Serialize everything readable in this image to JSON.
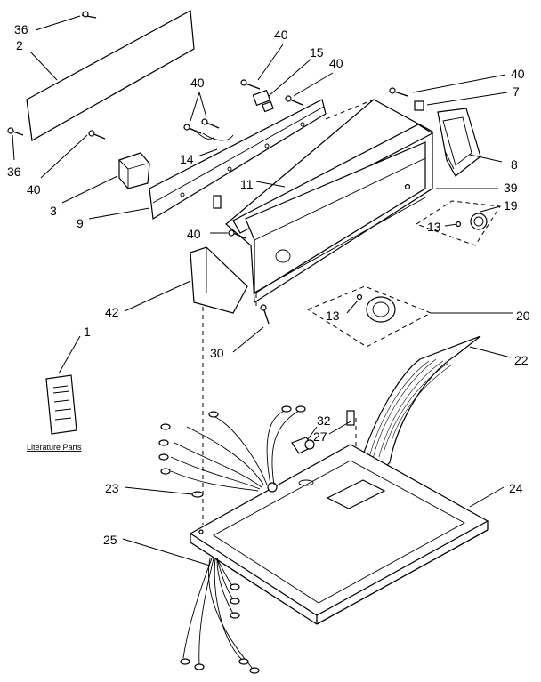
{
  "labels": {
    "p36a": "36",
    "p2": "2",
    "p36b": "36",
    "p40a": "40",
    "p3": "3",
    "p9": "9",
    "p14": "14",
    "p40b": "40",
    "p11": "11",
    "p40c": "40",
    "p15": "15",
    "p40d": "40",
    "p40e": "40",
    "p7": "7",
    "p8": "8",
    "p39": "39",
    "p19": "19",
    "p13a": "13",
    "p13b": "13",
    "p20": "20",
    "p42": "42",
    "p1": "1",
    "p30": "30",
    "p22": "22",
    "p32": "32",
    "p27": "27",
    "p23": "23",
    "p24": "24",
    "p25": "25",
    "p40f": "40"
  },
  "literature_caption": "Literature Parts"
}
